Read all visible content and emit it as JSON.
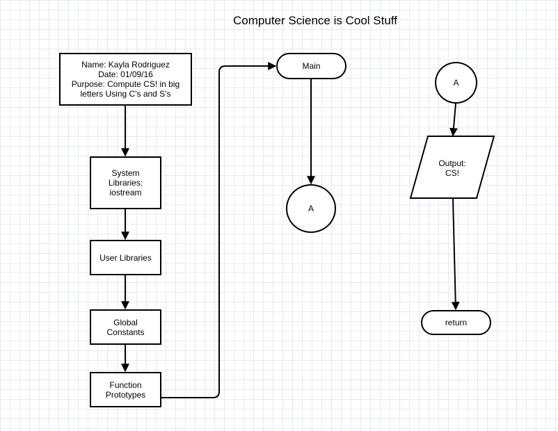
{
  "title": "Computer Science is Cool Stuff",
  "nodes": {
    "header": [
      "Name: Kayla Rodriguez",
      "Date: 01/09/16",
      "Purpose: Compute CS! in big",
      "letters Using C's and S's"
    ],
    "system_libraries": [
      "System",
      "Libraries:",
      "iostream"
    ],
    "user_libraries": "User Libraries",
    "global_constants": [
      "Global",
      "Constants"
    ],
    "function_prototypes": [
      "Function",
      "Prototypes"
    ],
    "main": "Main",
    "connector_a_left": "A",
    "connector_a_right": "A",
    "output": [
      "Output:",
      "CS!"
    ],
    "return": "return"
  }
}
